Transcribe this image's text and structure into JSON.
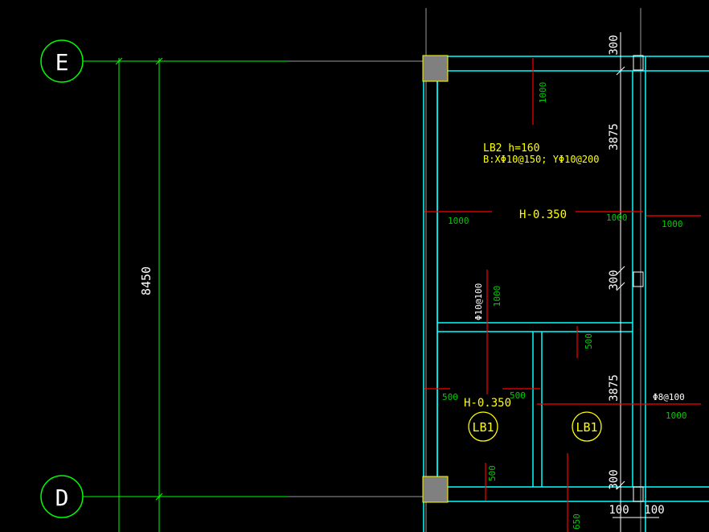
{
  "axes": [
    {
      "label": "E"
    },
    {
      "label": "D"
    }
  ],
  "dimensions": {
    "overall": "8450",
    "top_offset": "300",
    "span_upper": "3875",
    "mid_offset": "300",
    "span_lower": "3875",
    "bottom_offset": "300",
    "bottom_left": "100",
    "bottom_right": "100"
  },
  "slab_lb2": {
    "name": "LB2  h=160",
    "rebar": "B:XΦ10@150; YΦ10@200",
    "elevation": "H-0.350"
  },
  "slab_lb1": {
    "elevation": "H-0.350",
    "tag_left": "LB1",
    "tag_right": "LB1"
  },
  "rebar_labels": {
    "top_vertical_len": "1000",
    "left_horizontal_len": "1000",
    "right_horizontal_len": "1000",
    "far_right_len": "1000",
    "mid_vertical_spec": "Φ10@100",
    "mid_vertical_len": "1000",
    "inner_vertical_len": "500",
    "lower_left_len": "500",
    "lower_mid_len": "500",
    "lower_right_spec": "Φ8@100",
    "lower_right_len": "1000",
    "bottom_vertical_len": "500",
    "bottom_far_len": "650"
  },
  "colors": {
    "axis": "#00ff00",
    "beam": "#00ffff",
    "rebar": "#ff0000",
    "text": "#ffff00",
    "dimension": "#ffffff",
    "rebar_text": "#00cc00",
    "column": "#808080",
    "grid": "#9a9a9a"
  }
}
